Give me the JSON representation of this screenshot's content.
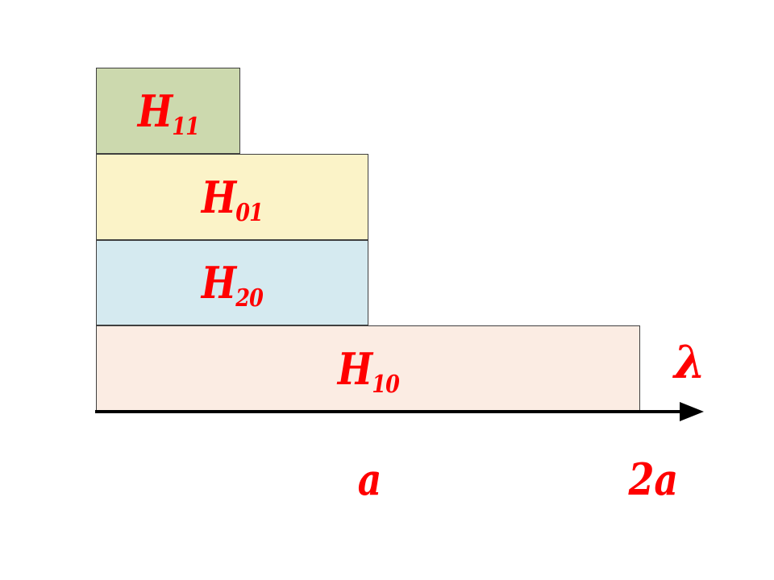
{
  "modes": [
    {
      "id": "h11",
      "base": "H",
      "sub": "11",
      "fill": "#ccd9ae"
    },
    {
      "id": "h01",
      "base": "H",
      "sub": "01",
      "fill": "#fbf3c8"
    },
    {
      "id": "h20",
      "base": "H",
      "sub": "20",
      "fill": "#d5eaf0"
    },
    {
      "id": "h10",
      "base": "H",
      "sub": "10",
      "fill": "#fbece3"
    }
  ],
  "axis": {
    "symbol": "λ",
    "ticks": [
      "a",
      "2a"
    ]
  },
  "colors": {
    "label": "#ff0000",
    "axis": "#000000",
    "border": "#3f3f3f"
  }
}
